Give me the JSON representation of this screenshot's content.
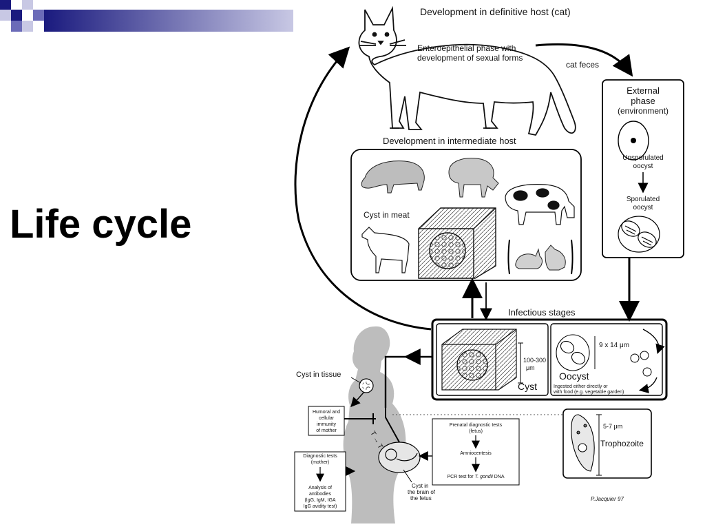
{
  "slide": {
    "title": "Life cycle",
    "accent_dark": "#1a1a7e",
    "accent_mid": "#6b6bb8",
    "accent_light": "#c8c8e4"
  },
  "diagram": {
    "definitive_host_title": "Development in definitive host (cat)",
    "enteroepithelial_line1": "Enteroepithelial phase with",
    "enteroepithelial_line2": "development of sexual forms",
    "cat_feces": "cat feces",
    "external_phase_line1": "External",
    "external_phase_line2": "phase",
    "external_phase_line3": "(environment)",
    "unsporulated_line1": "Unsporulated",
    "unsporulated_line2": "oocyst",
    "sporulated_line1": "Sporulated",
    "sporulated_line2": "oocyst",
    "intermediate_host_title": "Development in intermediate host",
    "cyst_in_meat": "Cyst in meat",
    "infectious_stages": "Infectious stages",
    "cyst_size_line1": "100-300",
    "cyst_size_line2": "μm",
    "cyst_label": "Cyst",
    "oocyst_size": "9 x 14 μm",
    "oocyst_label": "Oocyst",
    "oocyst_note_line1": "Ingested either directly or",
    "oocyst_note_line2": "with food (e.g. vegetable garden)",
    "cyst_in_tissue": "Cyst in tissue",
    "humoral_line1": "Humoral and",
    "humoral_line2": "cellular",
    "humoral_line3": "immunity",
    "humoral_line4": "of mother",
    "prenatal_line1": "Prenatal diagnostic tests",
    "prenatal_line2": "(fetus)",
    "amniocentesis": "Amniocentesis",
    "pcr_prefix": "PCR test for ",
    "pcr_species": "T. gondii",
    "pcr_suffix": " DNA",
    "trophozoite_size": "5-7 μm",
    "trophozoite_label": "Trophozoite",
    "diag_mother_line1": "Diagnostic tests",
    "diag_mother_line2": "(mother)",
    "analysis_line1": "Analysis of",
    "analysis_line2": "antibodies",
    "analysis_line3": "(IgG, IgM, IGA",
    "analysis_line4": "IgG avidity test)",
    "brain_line1": "Cyst in",
    "brain_line2": "the brain of",
    "brain_line3": "the fetus",
    "signature": "P.Jacquier 97",
    "stage_marker": "T → T"
  }
}
